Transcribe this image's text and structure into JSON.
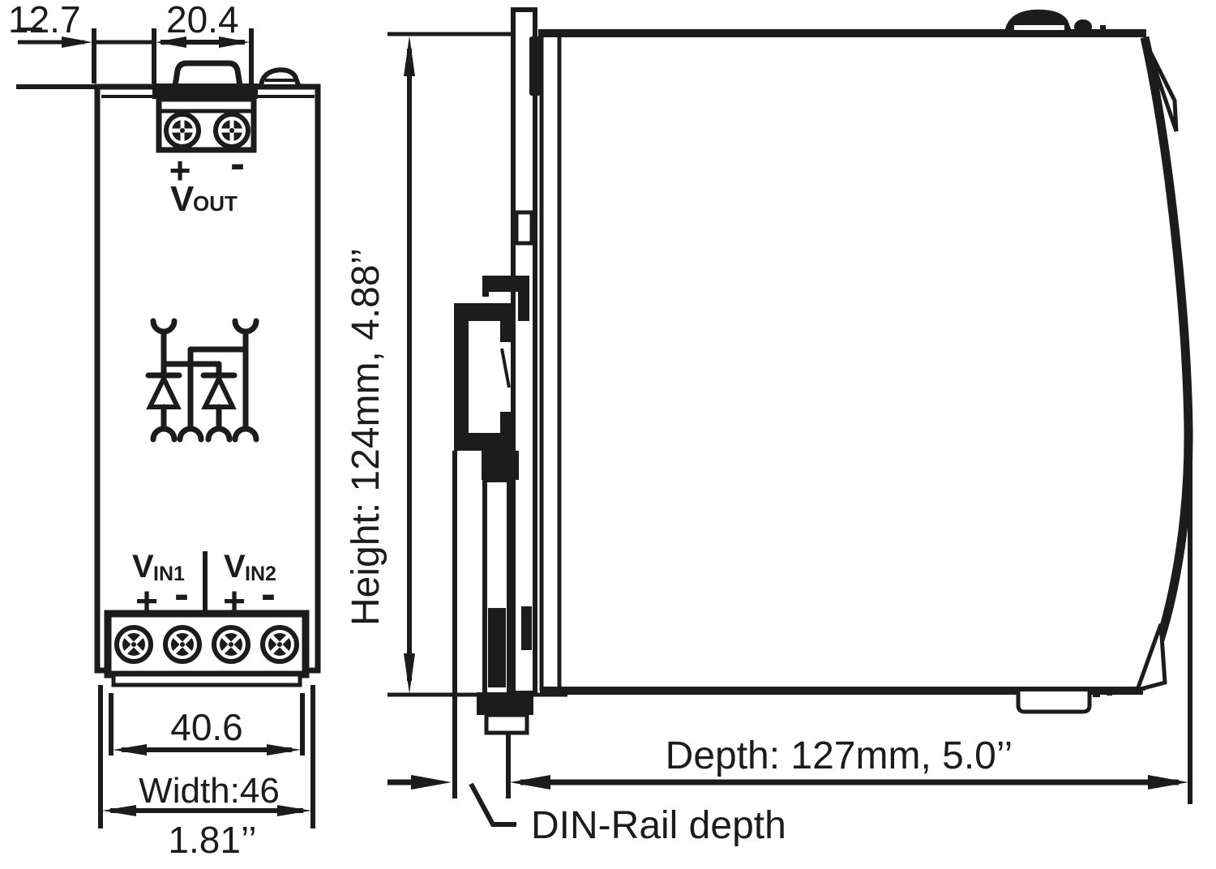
{
  "drawing": {
    "front_view": {
      "dim_offset_mm": "12.7",
      "dim_terminal_mm": "20.4",
      "vout": {
        "plus": "+",
        "minus": "-",
        "symbol": "V",
        "subscript": "OUT"
      },
      "vin1": {
        "symbol": "V",
        "subscript": "IN1",
        "plus": "+",
        "minus": "-"
      },
      "vin2": {
        "symbol": "V",
        "subscript": "IN2",
        "plus": "+",
        "minus": "-"
      },
      "dim_mounting_mm": "40.6",
      "dim_width": "Width:46",
      "dim_width_inches": "1.81’’"
    },
    "side_view": {
      "dim_height": "Height: 124mm,  4.88’’",
      "dim_depth": "Depth: 127mm,  5.0’’",
      "label_din_rail_depth": "DIN-Rail depth"
    },
    "colors": {
      "ink": "#1c1c1c",
      "paper": "#ffffff"
    }
  }
}
